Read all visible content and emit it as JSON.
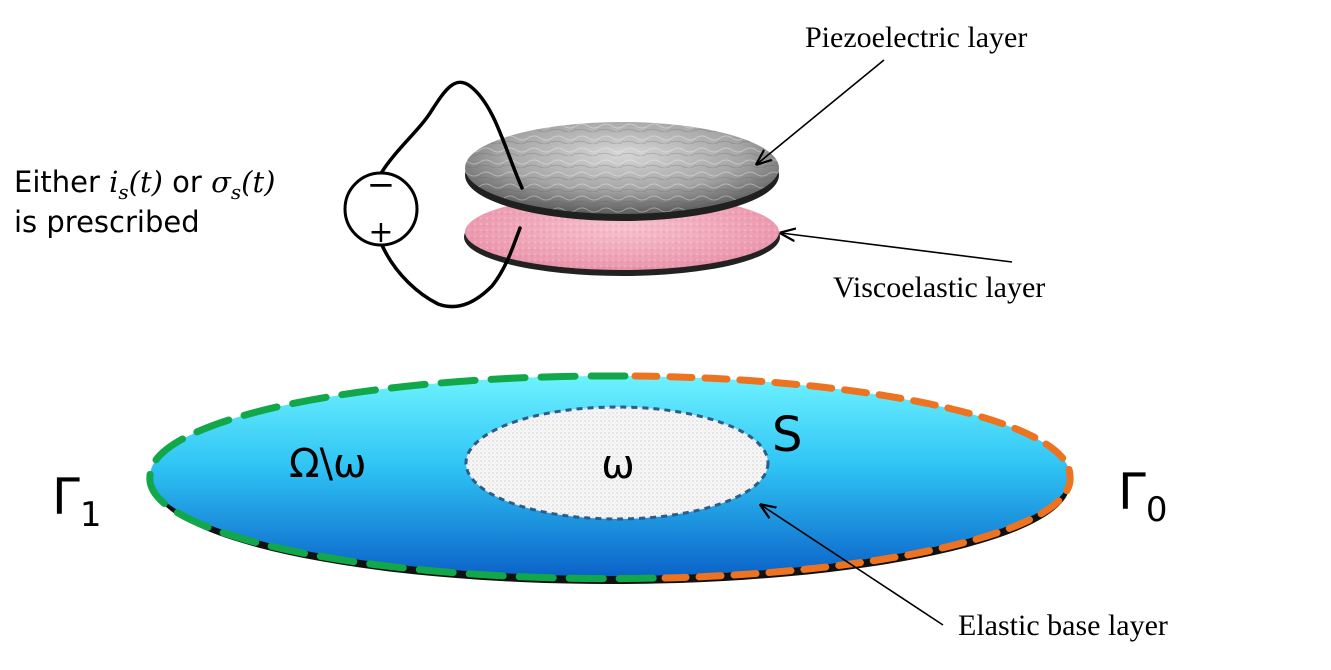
{
  "labels": {
    "piezo_layer": "Piezoelectric layer",
    "visco_layer": "Viscoelastic layer",
    "elastic_layer": "Elastic base layer",
    "source_line1_prefix": "Either ",
    "source_line1_i": "i",
    "source_line1_i_sub": "s",
    "source_line1_t1": "(t)",
    "source_line1_or": " or ",
    "source_line1_sigma": "σ",
    "source_line1_sigma_sub": "s",
    "source_line1_t2": "(t)",
    "source_line2": "is prescribed",
    "minus": "−",
    "plus": "+",
    "omega_minus": "Ω\\ω",
    "omega": "ω",
    "s": "S",
    "gamma1": "Γ",
    "gamma1_sub": "1",
    "gamma0": "Γ",
    "gamma0_sub": "0"
  },
  "colors": {
    "boundary_gamma1": "#12a84a",
    "boundary_gamma0": "#ee7320",
    "inner_boundary": "#2e5b8a",
    "base_top": "#5ae9ff",
    "base_bottom": "#0f6fd3",
    "piezo": "#8d8d8d",
    "visco": "#f1a6b8"
  }
}
